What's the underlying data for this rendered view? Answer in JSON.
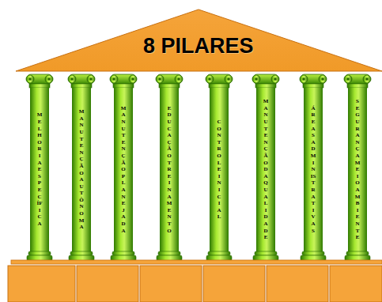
{
  "diagram": {
    "title": "8 PILARES",
    "nodes": [
      {
        "text": [
          "MELHORIA ESPECÍFICA"
        ]
      },
      {
        "text": [
          "MANUTENÇÃO AUTÔNOMA"
        ]
      },
      {
        "text": [
          "MANUTENÇÃO PLANEJADA"
        ]
      },
      {
        "text": [
          "EDUCAÇÃO TREINAMENTO"
        ]
      },
      {
        "text": [
          "CONTROLE INICIAL"
        ]
      },
      {
        "text": [
          "MANUTENÇÃO DA QUALIDADE"
        ]
      },
      {
        "text": [
          "ÁREAS ADMINISTRATIVAS"
        ]
      },
      {
        "text": [
          "SEGURANÇA MEIO AMBIENTE"
        ]
      }
    ]
  }
}
